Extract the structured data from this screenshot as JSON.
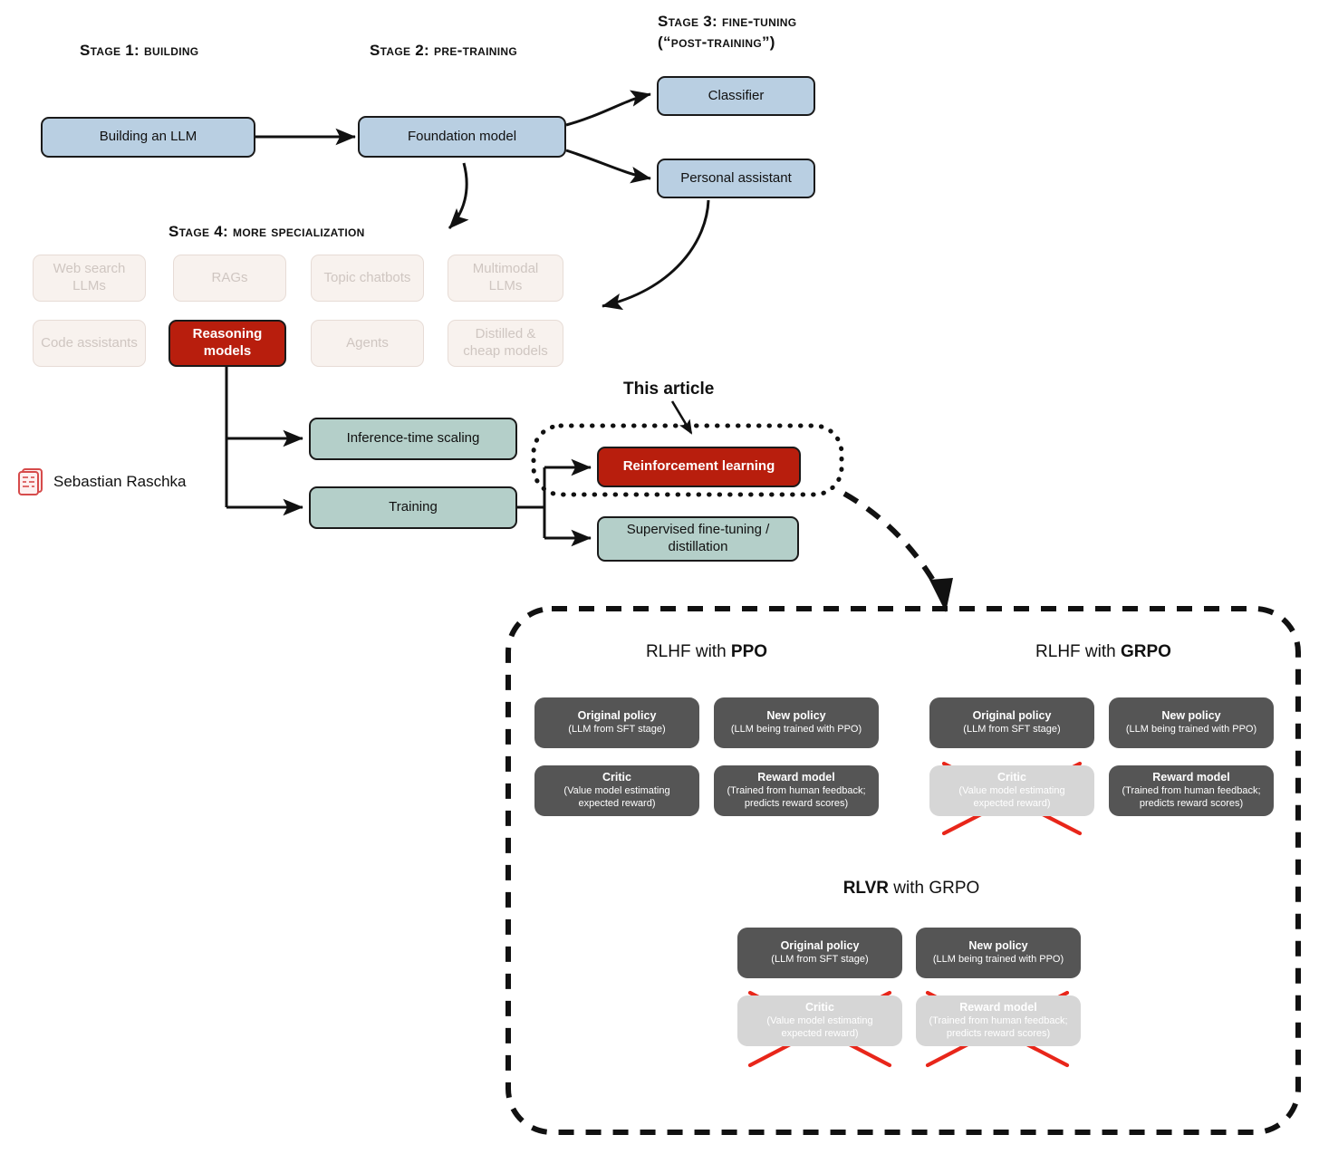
{
  "stages": {
    "stage1": "Stage 1: Building",
    "stage2": "Stage 2: Pre-training",
    "stage3": "Stage 3: Fine-tuning\n(“Post-Training”)",
    "stage4": "Stage 4: More Specialization"
  },
  "pipeline": {
    "building": "Building an LLM",
    "foundation": "Foundation model",
    "classifier": "Classifier",
    "assistant": "Personal assistant"
  },
  "specialization": [
    {
      "label": "Web search\nLLMs",
      "state": "faded"
    },
    {
      "label": "RAGs",
      "state": "faded"
    },
    {
      "label": "Topic chatbots",
      "state": "faded"
    },
    {
      "label": "Multimodal\nLLMs",
      "state": "faded"
    },
    {
      "label": "Code assistants",
      "state": "faded"
    },
    {
      "label": "Reasoning\nmodels",
      "state": "highlighted"
    },
    {
      "label": "Agents",
      "state": "faded"
    },
    {
      "label": "Distilled &\ncheap models",
      "state": "faded"
    }
  ],
  "reasoning_branches": {
    "inference": "Inference-time scaling",
    "training": "Training",
    "rl": "Reinforcement learning",
    "sft": "Supervised fine-tuning /\ndistillation"
  },
  "callout": {
    "this_article": "This article"
  },
  "author": {
    "name": "Sebastian Raschka",
    "logo_icon": "book-stack-icon"
  },
  "panels": [
    {
      "id": "rlhf-ppo",
      "title_plain": "RLHF with ",
      "title_bold": "PPO",
      "boxes": [
        {
          "title": "Original policy",
          "sub": "(LLM from SFT stage)",
          "state": "active"
        },
        {
          "title": "New policy",
          "sub": "(LLM being trained with PPO)",
          "state": "active"
        },
        {
          "title": "Critic",
          "sub": "(Value model estimating\nexpected reward)",
          "state": "active"
        },
        {
          "title": "Reward model",
          "sub": "(Trained from human feedback;\npredicts reward scores)",
          "state": "active"
        }
      ]
    },
    {
      "id": "rlhf-grpo",
      "title_plain": "RLHF with ",
      "title_bold": "GRPO",
      "boxes": [
        {
          "title": "Original policy",
          "sub": "(LLM from SFT stage)",
          "state": "active"
        },
        {
          "title": "New policy",
          "sub": "(LLM being trained with PPO)",
          "state": "active"
        },
        {
          "title": "Critic",
          "sub": "(Value model estimating\nexpected reward)",
          "state": "crossed-out"
        },
        {
          "title": "Reward model",
          "sub": "(Trained from human feedback;\npredicts reward scores)",
          "state": "active"
        }
      ]
    },
    {
      "id": "rlvr-grpo",
      "title_bold": "RLVR",
      "title_plain": " with GRPO",
      "boxes": [
        {
          "title": "Original policy",
          "sub": "(LLM from SFT stage)",
          "state": "active"
        },
        {
          "title": "New policy",
          "sub": "(LLM being trained with PPO)",
          "state": "active"
        },
        {
          "title": "Critic",
          "sub": "(Value model estimating\nexpected reward)",
          "state": "crossed-out"
        },
        {
          "title": "Reward model",
          "sub": "(Trained from human feedback;\npredicts reward scores)",
          "state": "crossed-out"
        }
      ]
    }
  ],
  "colors": {
    "blue_box": "#b9cfe2",
    "teal_box": "#b4cfc9",
    "red_box": "#b81e0d",
    "faded_box": "#f8f2ee",
    "dark_box": "#555555",
    "disabled_box": "#d6d6d6",
    "cross_red": "#e8261a",
    "stroke": "#1a1a1a"
  }
}
